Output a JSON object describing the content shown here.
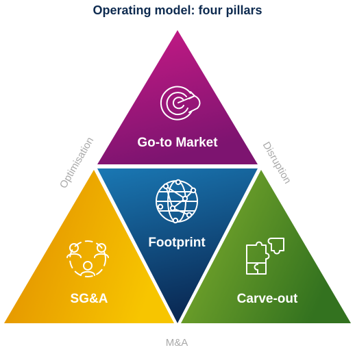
{
  "title": "Operating model: four pillars",
  "pillars": {
    "top": {
      "label": "Go-to Market",
      "icon": "target-arrow-icon",
      "color": "#a8127c"
    },
    "center": {
      "label": "Footprint",
      "icon": "network-globe-icon",
      "color": "#124f86"
    },
    "left": {
      "label": "SG&A",
      "icon": "people-network-icon",
      "color": "#eaa900"
    },
    "right": {
      "label": "Carve-out",
      "icon": "puzzle-icon",
      "color": "#5f8e22"
    }
  },
  "edges": {
    "left": "Optimisation",
    "right": "Disruption",
    "bottom": "M&A"
  },
  "colors": {
    "title": "#0d2a4f",
    "edge_text": "#a9a9a9"
  }
}
